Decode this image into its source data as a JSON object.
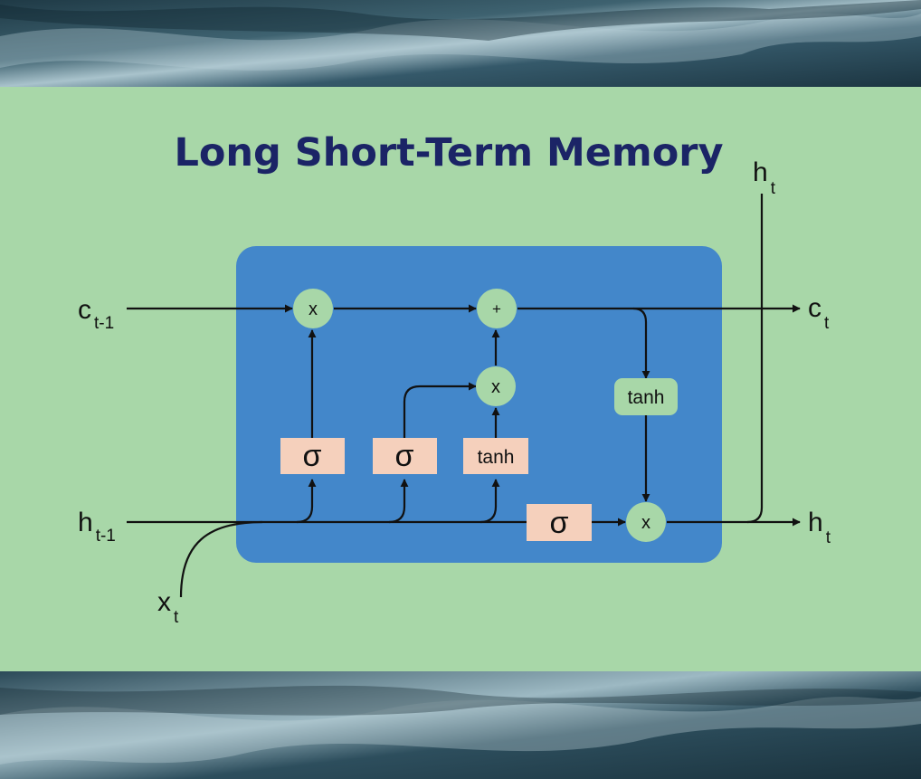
{
  "title": "Long Short-Term Memory",
  "colors": {
    "panel": "#a8d7a8",
    "cell": "#4387ca",
    "node": "#a8d7a8",
    "gate": "#f5d0bc",
    "title": "#1b2466",
    "line": "#111111",
    "water_dark": "#233e4a",
    "water_light": "#b8cfd6"
  },
  "labels": {
    "c_prev": {
      "main": "c",
      "sub": "t-1"
    },
    "h_prev": {
      "main": "h",
      "sub": "t-1"
    },
    "x_in": {
      "main": "x",
      "sub": "t"
    },
    "c_out": {
      "main": "c",
      "sub": "t"
    },
    "h_out": {
      "main": "h",
      "sub": "t"
    },
    "h_top": {
      "main": "h",
      "sub": "t"
    }
  },
  "operators": {
    "forget_multiply": "x",
    "add": "+",
    "input_multiply": "x",
    "output_multiply": "x"
  },
  "gates": {
    "forget_sigma": "σ",
    "input_sigma": "σ",
    "candidate_tanh": "tanh",
    "output_sigma": "σ",
    "cell_tanh": "tanh"
  },
  "icons": {
    "arrowhead": "arrowhead-icon",
    "background": "water-texture"
  }
}
